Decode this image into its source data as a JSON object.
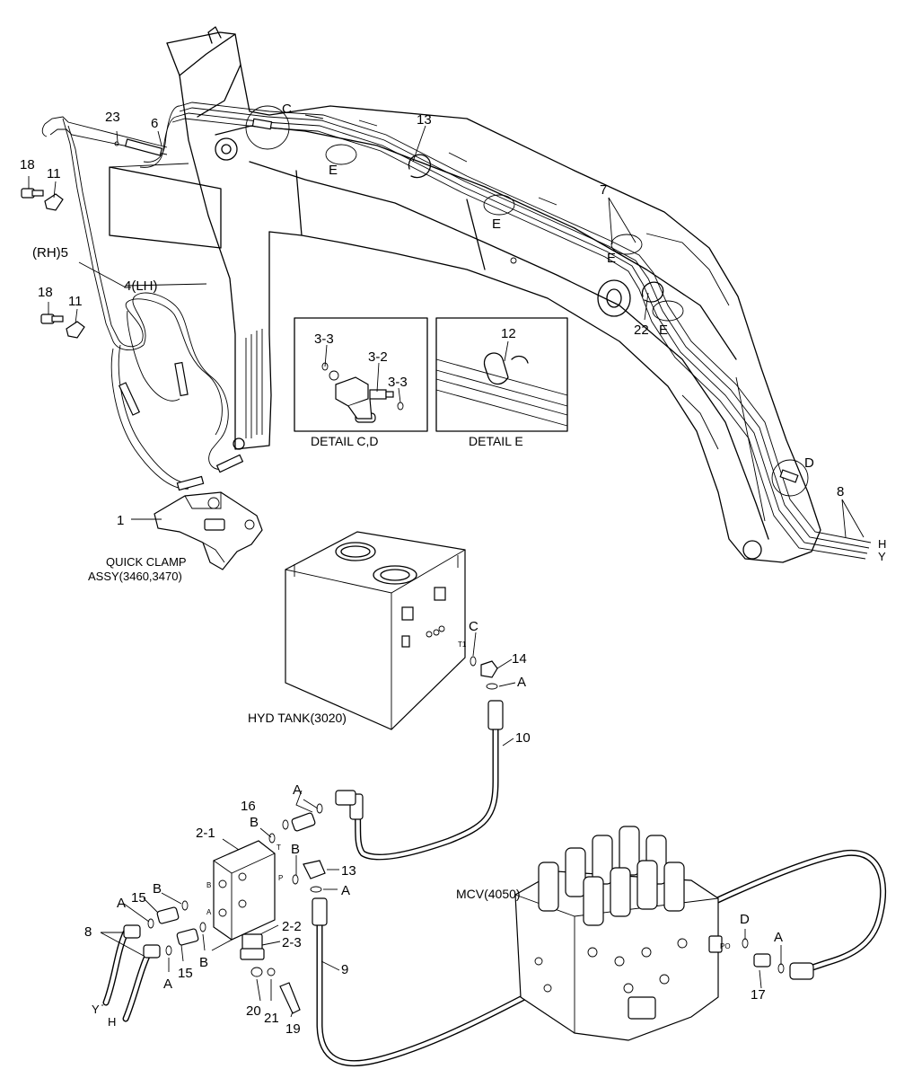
{
  "labels": {
    "l1": "1",
    "l2_1": "2-1",
    "l2_2": "2-2",
    "l2_3": "2-3",
    "l3_2": "3-2",
    "l3_3a": "3-3",
    "l3_3b": "3-3",
    "l4": "4(LH)",
    "l5": "(RH)5",
    "l6": "6",
    "l7": "7",
    "l8a": "8",
    "l8b": "8",
    "l9": "9",
    "l10": "10",
    "l11a": "11",
    "l11b": "11",
    "l12": "12",
    "l13a": "13",
    "l13b": "13",
    "l14": "14",
    "l15a": "15",
    "l15b": "15",
    "l16": "16",
    "l17": "17",
    "l18a": "18",
    "l18b": "18",
    "l19": "19",
    "l20": "20",
    "l21": "21",
    "l22": "22",
    "l23": "23",
    "lA1": "A",
    "lA2": "A",
    "lA3": "A",
    "lA4": "A",
    "lA5": "A",
    "lA6": "A",
    "lB1": "B",
    "lB2": "B",
    "lB3": "B",
    "lB4": "B",
    "lC1": "C",
    "lC2": "C",
    "lD1": "D",
    "lD2": "D",
    "lE1": "E",
    "lE2": "E",
    "lE3": "E",
    "lE4": "E",
    "lH1": "H",
    "lH2": "H",
    "lY1": "Y",
    "lY2": "Y",
    "port_T": "T",
    "port_P": "P",
    "port_B": "B",
    "port_A": "A",
    "port_T1": "T1",
    "port_PO": "PO"
  },
  "captions": {
    "quick_clamp_line1": "QUICK CLAMP",
    "quick_clamp_line2": "ASSY(3460,3470)",
    "hyd_tank": "HYD TANK(3020)",
    "mcv": "MCV(4050)",
    "detail_cd": "DETAIL  C,D",
    "detail_e": "DETAIL  E"
  }
}
